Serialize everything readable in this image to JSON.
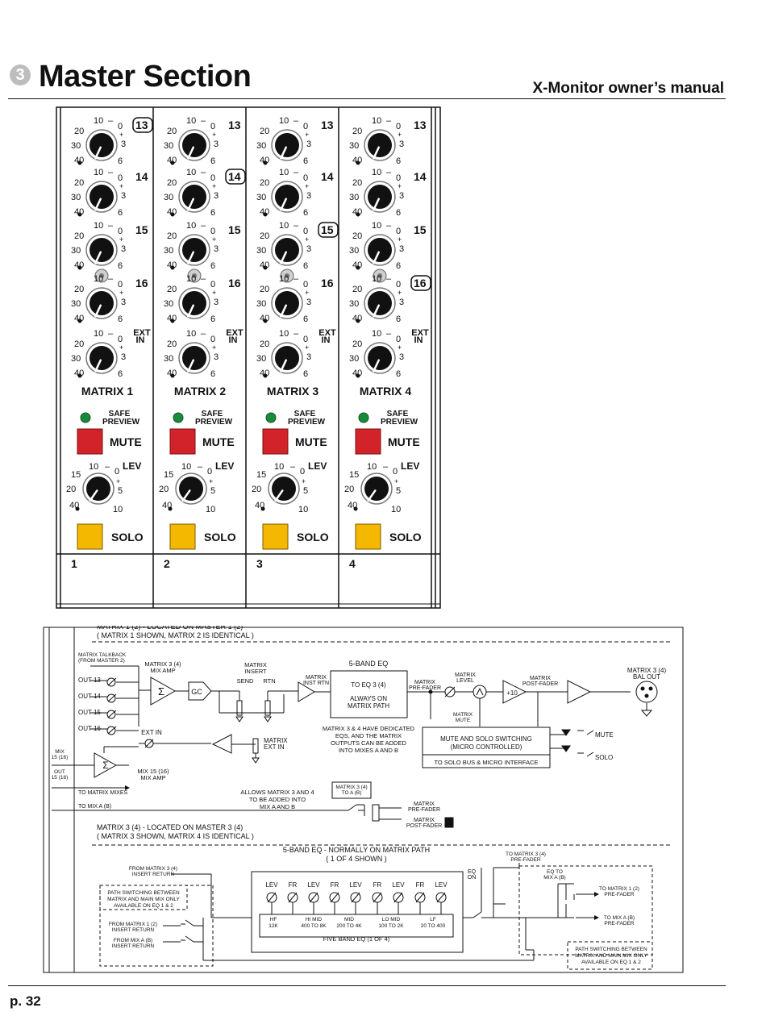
{
  "header": {
    "section_number": "3",
    "title": "Master Section",
    "manual": "X-Monitor owner’s manual"
  },
  "panel": {
    "knob_labels": [
      "13",
      "14",
      "15",
      "16"
    ],
    "ext_label": [
      "EXT",
      "IN"
    ],
    "scale": {
      "s10": "10",
      "s0": "0",
      "s20": "20",
      "s30": "30",
      "s40": "40",
      "s3": "3",
      "s6": "6",
      "dash": "–",
      "plus": "+"
    },
    "lev_scale": {
      "s10": "10",
      "s0": "0",
      "s15": "15",
      "s20": "20",
      "s40": "40",
      "s5": "5",
      "s10b": "10",
      "lev": "LEV"
    },
    "safe_preview": [
      "SAFE",
      "PREVIEW"
    ],
    "mute": "MUTE",
    "solo": "SOLO",
    "channels": [
      {
        "name": "MATRIX 1",
        "number": "1",
        "highlight": 0
      },
      {
        "name": "MATRIX 2",
        "number": "2",
        "highlight": 1
      },
      {
        "name": "MATRIX 3",
        "number": "3",
        "highlight": 2
      },
      {
        "name": "MATRIX 4",
        "number": "4",
        "highlight": 3
      }
    ],
    "colors": {
      "mute": "#d3232a",
      "solo": "#f5b800",
      "led": "#1a8a3a"
    }
  },
  "diagram": {
    "top_title": "MATRIX 1 (2) - LOCATED ON MASTER 1 (2)",
    "top_subtitle": "( MATRIX 1 SHOWN, MATRIX 2 IS IDENTICAL )",
    "talkback": [
      "MATRIX TALKBACK",
      "(FROM MASTER 2)"
    ],
    "mix_amp": [
      "MATRIX 3 (4)",
      "MIX AMP"
    ],
    "outs": [
      "OUT 13",
      "OUT 14",
      "OUT 15",
      "OUT 16"
    ],
    "sigma": "Σ",
    "gc": "GC",
    "insert": [
      "MATRIX",
      "INSERT"
    ],
    "send": "SEND",
    "rtn": "RTN",
    "inst_rtn": [
      "MATRIX",
      "INST RTN"
    ],
    "eq_title": "5-BAND EQ",
    "eq_box": [
      "TO EQ 3 (4)",
      "ALWAYS ON",
      "MATRIX PATH"
    ],
    "eq_note": [
      "MATRIX 3 & 4 HAVE DEDICATED",
      "EQS, AND THE MATRIX",
      "OUTPUTS CAN BE ADDED",
      "INTO MIXES A AND B"
    ],
    "pre_fader": [
      "MATRIX",
      "PRE-FADER"
    ],
    "matrix_level": [
      "MATRIX",
      "LEVEL"
    ],
    "matrix_mute": [
      "MATRIX",
      "MUTE"
    ],
    "plus10": "+10",
    "post_fader": [
      "MATRIX",
      "POST-FADER"
    ],
    "bal_out": [
      "MATRIX 3 (4)",
      "BAL OUT"
    ],
    "mute_solo_box": [
      "MUTE AND SOLO SWITCHING",
      "(MICRO CONTROLLED)"
    ],
    "solo_bus": "TO SOLO BUS & MICRO INTERFACE",
    "mute": "MUTE",
    "solo": "SOLO",
    "ext_in": "EXT IN",
    "matrix_ext_in": [
      "MATRIX",
      "EXT IN"
    ],
    "mix_in": [
      "MIX",
      "15 (16)"
    ],
    "out_1516": [
      "OUT",
      "15 (16)"
    ],
    "mix15_amp": [
      "MIX 15 (16)",
      "MIX AMP"
    ],
    "to_matrix_mixes": "TO MATRIX MIXES",
    "allows": [
      "ALLOWS MATRIX 3 AND 4",
      "TO BE ADDED INTO",
      "MIX A AND B"
    ],
    "to_a_box": [
      "MATRIX 3 (4)",
      "TO A (B)"
    ],
    "to_mix_a": "TO MIX A (B)",
    "sw_pre": [
      "MATRIX",
      "PRE-FADER"
    ],
    "sw_post": [
      "MATRIX",
      "POST-FADER"
    ],
    "mid_title": "MATRIX 3 (4) - LOCATED ON MASTER 3 (4)",
    "mid_subtitle": "( MATRIX 3 SHOWN, MATRIX 4 IS IDENTICAL )",
    "band_title": "5-BAND EQ - NORMALLY ON MATRIX PATH",
    "band_subtitle": "( 1 OF 4 SHOWN )",
    "from_insert": [
      "FROM MATRIX 3 (4)",
      "INSERT RETURN"
    ],
    "path_note_left": [
      "PATH SWITCHING BETWEEN",
      "MATRIX AND MAIN MIX ONLY",
      "AVAILABLE ON EQ 1 & 2"
    ],
    "from_m12": [
      "FROM MATRIX 1 (2)",
      "INSERT RETURN"
    ],
    "from_mixa": [
      "FROM MIX A (B)",
      "INSERT RETURN"
    ],
    "eq_knobs": [
      "LEV",
      "FR",
      "LEV",
      "FR",
      "LEV",
      "FR",
      "LEV",
      "FR",
      "LEV"
    ],
    "bands": [
      [
        "HF",
        "12K"
      ],
      [
        "HI MID",
        "400 TO 8K"
      ],
      [
        "MID",
        "200 TO 4K"
      ],
      [
        "LO MID",
        "100 TO 2K"
      ],
      [
        "LF",
        "20 TO 400"
      ]
    ],
    "five_band": "FIVE BAND EQ (1 OF 4)",
    "eq_on": [
      "EQ",
      "ON"
    ],
    "to_m34_pre": [
      "TO MATRIX 3 (4)",
      "PRE-FADER"
    ],
    "eq_to_mix": [
      "EQ TO",
      "MIX A (B)"
    ],
    "to_m12_pre": [
      "TO MATRIX 1 (2)",
      "PRE-FADER"
    ],
    "to_mixa_pre": [
      "TO MIX A (B)",
      "PRE-FADER"
    ],
    "path_note_right": [
      "PATH SWITCHING BETWEEN",
      "MATRIX AND MAIN MIX ONLY",
      "AVAILABLE ON EQ 1 & 2"
    ]
  },
  "footer": {
    "page": "p. 32"
  }
}
